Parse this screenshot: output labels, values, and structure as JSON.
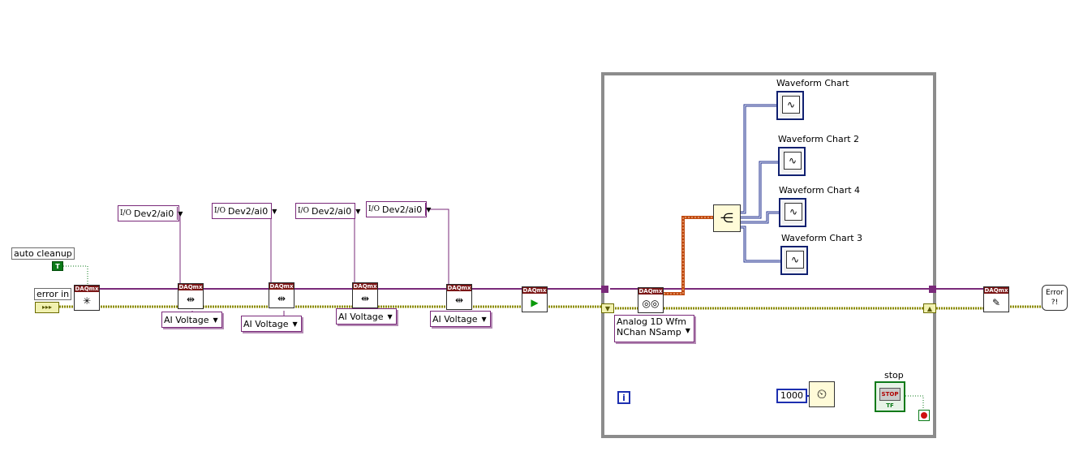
{
  "labels": {
    "auto_cleanup": "auto cleanup",
    "error_in": "error in",
    "stop": "stop",
    "waveform_chart": "Waveform Chart",
    "waveform_chart_2": "Waveform Chart 2",
    "waveform_chart_4": "Waveform Chart 4",
    "waveform_chart_3": "Waveform Chart 3"
  },
  "constants": {
    "true_const": "T",
    "channels": [
      "Dev2/ai0",
      "Dev2/ai0",
      "Dev2/ai0",
      "Dev2/ai0"
    ],
    "io_glyph": "I/O",
    "wait_ms": "1000",
    "iteration": "i"
  },
  "selectors": {
    "create_channel": [
      "AI Voltage",
      "AI Voltage",
      "AI Voltage",
      "AI Voltage"
    ],
    "read_line1": "Analog 1D Wfm",
    "read_line2": "NChan NSamp"
  },
  "nodes": {
    "daqmx_header": "DAQmx",
    "stop_button": "STOP",
    "tf": "TF",
    "error_handler": "Error ?!"
  },
  "colors": {
    "wire_task": "#7a2a7a",
    "wire_error": "#8b8b00",
    "wire_waveform": "#1b2b8c",
    "wire_data_orange": "#c04a10",
    "loop_border": "#8c8c8c"
  },
  "icons": {
    "create_task": "sparkle-icon",
    "create_channel": "timing-icon",
    "start_task": "play-icon",
    "read_task": "glasses-icon",
    "clear_task": "eraser-icon",
    "wait": "metronome-icon",
    "index_array": "split-icon"
  }
}
